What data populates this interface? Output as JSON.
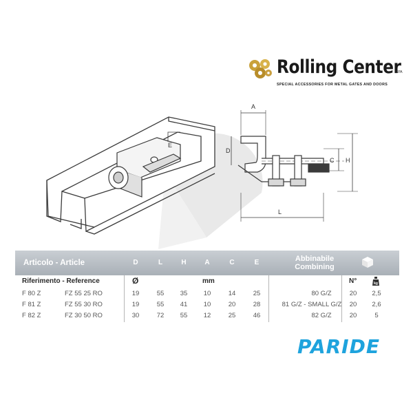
{
  "logo": {
    "name": "Rolling Center",
    "suffix": "SPA",
    "tagline": "SPECIAL ACCESSORIES FOR METAL GATES AND DOORS"
  },
  "drawing": {
    "dim_labels": {
      "A": "A",
      "D": "D",
      "E": "E",
      "C": "C",
      "H": "H",
      "L": "L"
    }
  },
  "table": {
    "header": {
      "article": "Articolo - Article",
      "D": "D",
      "L": "L",
      "H": "H",
      "A": "A",
      "C": "C",
      "E": "E",
      "combining": "Abbinabile Combining"
    },
    "subheader": {
      "reference": "Riferimento - Reference",
      "diameter_symbol": "Ø",
      "unit": "mm",
      "qty": "N°"
    },
    "rows": [
      {
        "code": "F 80 Z",
        "ref": "FZ 55 25 RO",
        "D": "19",
        "L": "55",
        "H": "35",
        "A": "10",
        "C": "14",
        "E": "25",
        "combining": "80 G/Z",
        "qty": "20",
        "weight": "2,5"
      },
      {
        "code": "F 81 Z",
        "ref": "FZ 55 30 RO",
        "D": "19",
        "L": "55",
        "H": "41",
        "A": "10",
        "C": "20",
        "E": "28",
        "combining": "81 G/Z - SMALL G/Z",
        "qty": "20",
        "weight": "2,6"
      },
      {
        "code": "F 82 Z",
        "ref": "FZ 30 50 RO",
        "D": "30",
        "L": "72",
        "H": "55",
        "A": "12",
        "C": "25",
        "E": "46",
        "combining": "82 G/Z",
        "qty": "20",
        "weight": "5"
      }
    ]
  },
  "brand": {
    "name": "PARIDE",
    "color": "#1ea3dd"
  },
  "colors": {
    "logo_gold": "#c9a13a",
    "header_gray": "#b3b9bf"
  }
}
